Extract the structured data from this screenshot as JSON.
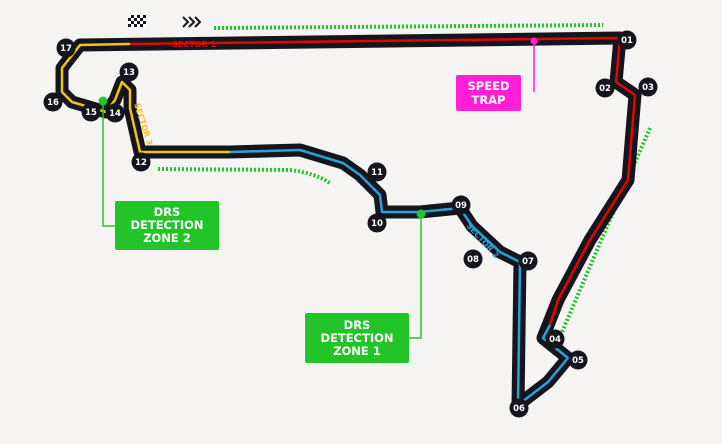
{
  "sectors": [
    {
      "id": "sector1",
      "label": "SECTOR 1",
      "color": "#e10600"
    },
    {
      "id": "sector2",
      "label": "SECTOR 2",
      "color": "#2ba0d8"
    },
    {
      "id": "sector3",
      "label": "SECTOR 3",
      "color": "#f2c40f"
    }
  ],
  "turns": [
    "01",
    "02",
    "03",
    "04",
    "05",
    "06",
    "07",
    "08",
    "09",
    "10",
    "11",
    "12",
    "13",
    "14",
    "15",
    "16",
    "17"
  ],
  "callouts": {
    "speed_trap": {
      "lines": [
        "SPEED",
        "TRAP"
      ],
      "color": "#ff1fd6"
    },
    "drs_zone_2": {
      "lines": [
        "DRS",
        "DETECTION",
        "ZONE 2"
      ],
      "color": "#22c42a"
    },
    "drs_zone_1": {
      "lines": [
        "DRS",
        "DETECTION",
        "ZONE 1"
      ],
      "color": "#22c42a"
    }
  },
  "colors": {
    "track": "#15151e",
    "drs_zone": "#22c42a",
    "background": "#f6f4f2"
  },
  "icons": {
    "start_finish": "checkered-flag-icon",
    "direction": "direction-chevrons-icon"
  }
}
